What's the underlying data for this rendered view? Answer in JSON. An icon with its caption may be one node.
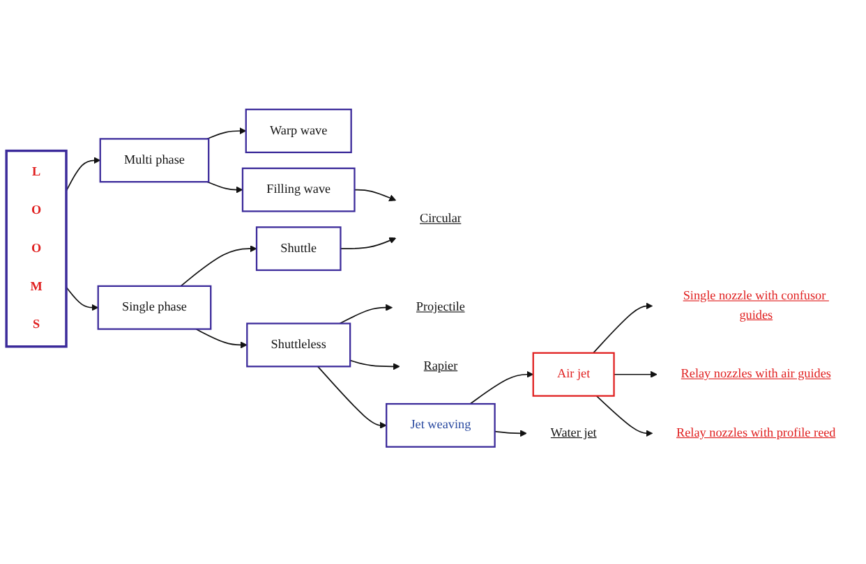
{
  "diagram": {
    "nodes": [
      {
        "text": [
          "L O O M S"
        ]
      },
      {
        "text": [
          "Multi phase"
        ]
      },
      {
        "text": [
          "Warp wave"
        ]
      },
      {
        "text": [
          "Filling wave"
        ]
      },
      {
        "text": [
          "Circular"
        ]
      },
      {
        "text": [
          "Single phase"
        ]
      },
      {
        "text": [
          "Shuttle"
        ]
      },
      {
        "text": [
          "Shuttleless"
        ]
      },
      {
        "text": [
          "Projectile"
        ]
      },
      {
        "text": [
          "Rapier"
        ]
      },
      {
        "text": [
          "Jet weaving"
        ]
      },
      {
        "text": [
          "Air jet"
        ]
      },
      {
        "text": [
          "Water jet"
        ]
      },
      {
        "text": [
          "Single nozzle with confusor guides"
        ]
      },
      {
        "text": [
          "Relay nozzles with air guides"
        ]
      },
      {
        "text": [
          "Relay nozzles with profile reed"
        ]
      }
    ],
    "edges": [
      {
        "from": 0,
        "to": 1,
        "arrow": "to"
      },
      {
        "from": 0,
        "to": 5,
        "arrow": "to"
      },
      {
        "from": 1,
        "to": 2,
        "arrow": "to"
      },
      {
        "from": 1,
        "to": 3,
        "arrow": "to"
      },
      {
        "from": 3,
        "to": 4,
        "arrow": "to"
      },
      {
        "from": 5,
        "to": 6,
        "arrow": "to"
      },
      {
        "from": 6,
        "to": 4,
        "arrow": "to"
      },
      {
        "from": 5,
        "to": 7,
        "arrow": "to"
      },
      {
        "from": 7,
        "to": 8,
        "arrow": "to"
      },
      {
        "from": 7,
        "to": 9,
        "arrow": "to"
      },
      {
        "from": 7,
        "to": 10,
        "arrow": "to"
      },
      {
        "from": 10,
        "to": 11,
        "arrow": "to"
      },
      {
        "from": 10,
        "to": 12,
        "arrow": "to"
      },
      {
        "from": 11,
        "to": 13,
        "arrow": "to"
      },
      {
        "from": 11,
        "to": 14,
        "arrow": "to"
      },
      {
        "from": 11,
        "to": 15,
        "arrow": "to"
      }
    ]
  }
}
